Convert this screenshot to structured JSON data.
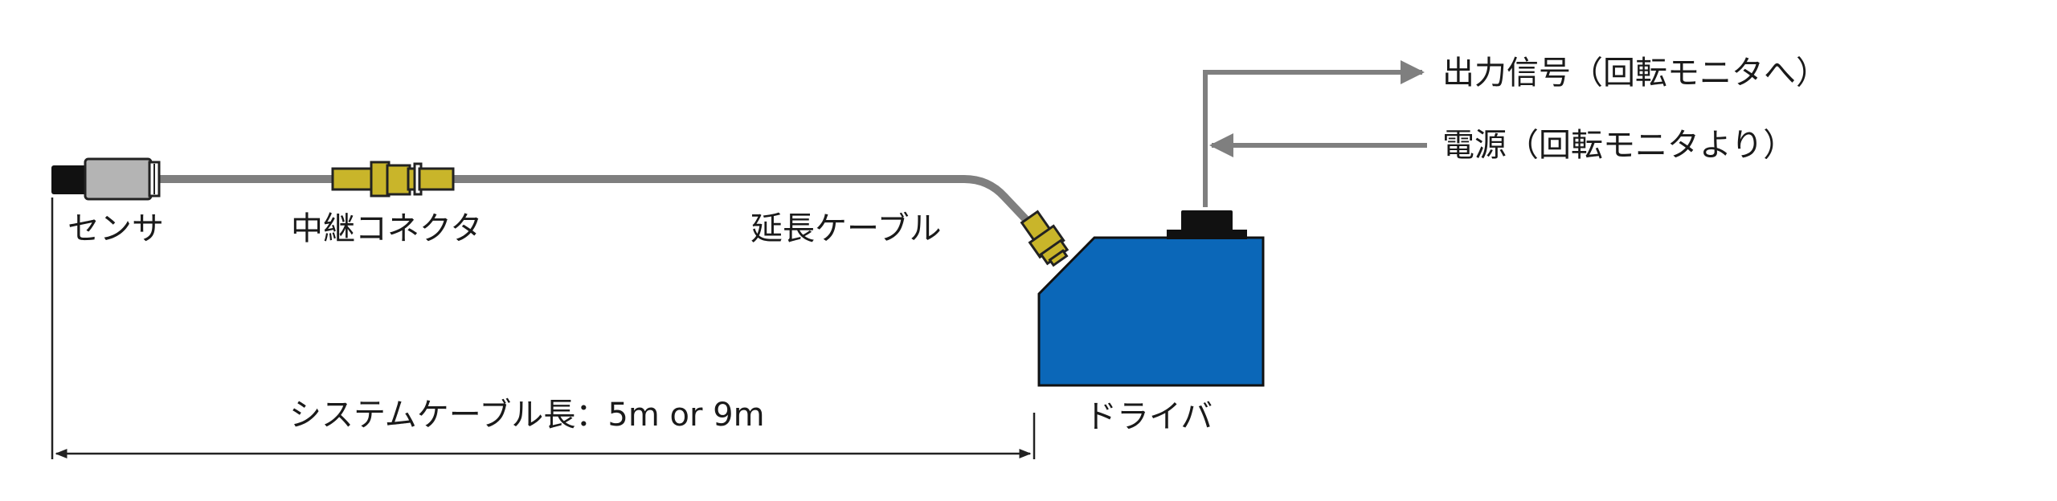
{
  "labels": {
    "sensor": "センサ",
    "relay_connector": "中継コネクタ",
    "extension_cable": "延長ケーブル",
    "driver": "ドライバ",
    "output_signal": "出力信号（回転モニタへ）",
    "power": "電源（回転モニタより）",
    "system_cable_length": "システムケーブル長：5m or 9m"
  },
  "colors": {
    "cable": "#7f7f7f",
    "connector": "#c9b52a",
    "driver_body": "#0b67b8",
    "sensor_body": "#b4b4b4",
    "arrow": "#7f7f7f",
    "dimension_line": "#222222"
  }
}
